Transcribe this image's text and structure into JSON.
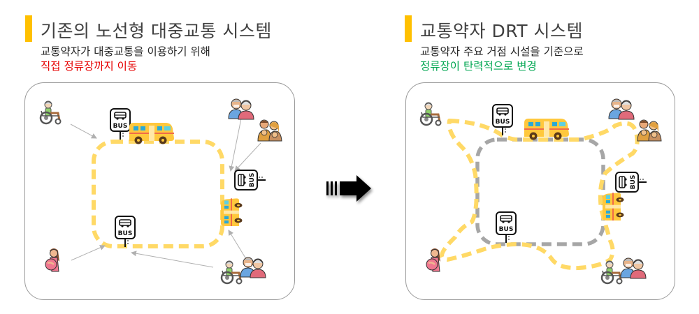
{
  "left": {
    "title": "기존의 노선형 대중교통 시스템",
    "desc_line1": "교통약자가 대중교통을 이용하기 위해",
    "desc_line2": "직접 정류장까지 이동",
    "highlight_color": "#E60000",
    "route_color": "#FFD966",
    "stops": [
      {
        "label": "BUS",
        "position": "top"
      },
      {
        "label": "BUS",
        "position": "right"
      },
      {
        "label": "BUS",
        "position": "bottom"
      }
    ],
    "users": [
      {
        "type": "wheelchair-user",
        "position": "top-left"
      },
      {
        "type": "elderly-couple",
        "position": "top-right"
      },
      {
        "type": "family-with-children",
        "position": "right"
      },
      {
        "type": "pregnant-woman",
        "position": "bottom-left"
      },
      {
        "type": "wheelchair-and-elderly",
        "position": "bottom-right"
      }
    ]
  },
  "right": {
    "title": "교통약자 DRT 시스템",
    "desc_line1": "교통약자 주요 거점 시설을 기준으로",
    "desc_line2": "정류장이 탄력적으로 변경",
    "highlight_color": "#00A651",
    "route_color": "#FFD966",
    "old_route_color": "#A6A6A6",
    "stops": [
      {
        "label": "BUS",
        "position": "top"
      },
      {
        "label": "BUS",
        "position": "right"
      },
      {
        "label": "BUS",
        "position": "bottom"
      }
    ],
    "users": [
      {
        "type": "wheelchair-user",
        "position": "top-left"
      },
      {
        "type": "elderly-couple",
        "position": "top-right"
      },
      {
        "type": "family-with-children",
        "position": "right"
      },
      {
        "type": "pregnant-woman",
        "position": "bottom-left"
      },
      {
        "type": "wheelchair-and-elderly",
        "position": "bottom-right"
      }
    ]
  },
  "accent_color": "#FFC000",
  "transition_arrow": "right-arrow"
}
